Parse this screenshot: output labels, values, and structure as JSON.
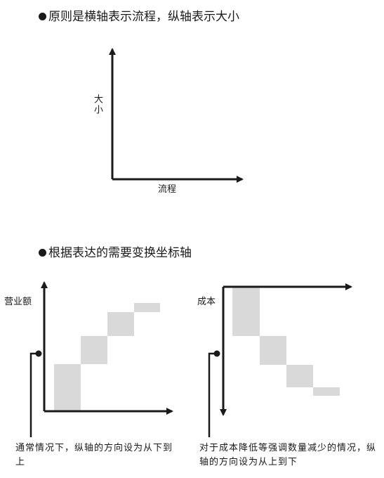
{
  "section1": {
    "heading": "原则是横轴表示流程，纵轴表示大小",
    "y_label": "大小",
    "x_label": "流程"
  },
  "section2": {
    "heading": "根据表达的需要变换坐标轴",
    "left": {
      "y_label": "营业额",
      "note": "通常情况下，纵轴的方向设为从下到上"
    },
    "right": {
      "y_label": "成本",
      "note": "对于成本降低等强调数量减少的情况，纵轴的方向设为从上到下"
    }
  },
  "colors": {
    "ink": "#1a1a1a",
    "block_fill": "#d9d9d9"
  }
}
